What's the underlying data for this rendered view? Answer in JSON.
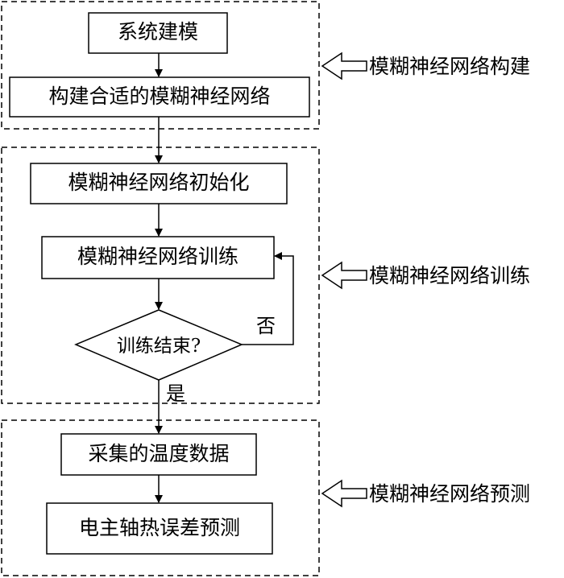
{
  "stages": {
    "construct": {
      "label": "模糊神经网络构建"
    },
    "train": {
      "label": "模糊神经网络训练"
    },
    "predict": {
      "label": "模糊神经网络预测"
    }
  },
  "steps": {
    "system_modeling": "系统建模",
    "build_network": "构建合适的模糊神经网络",
    "init_network": "模糊神经网络初始化",
    "train_network": "模糊神经网络训练",
    "decision": "训练结束?",
    "collect_data": "采集的温度数据",
    "predict_error": "电主轴热误差预测"
  },
  "branches": {
    "no": "否",
    "yes": "是"
  }
}
